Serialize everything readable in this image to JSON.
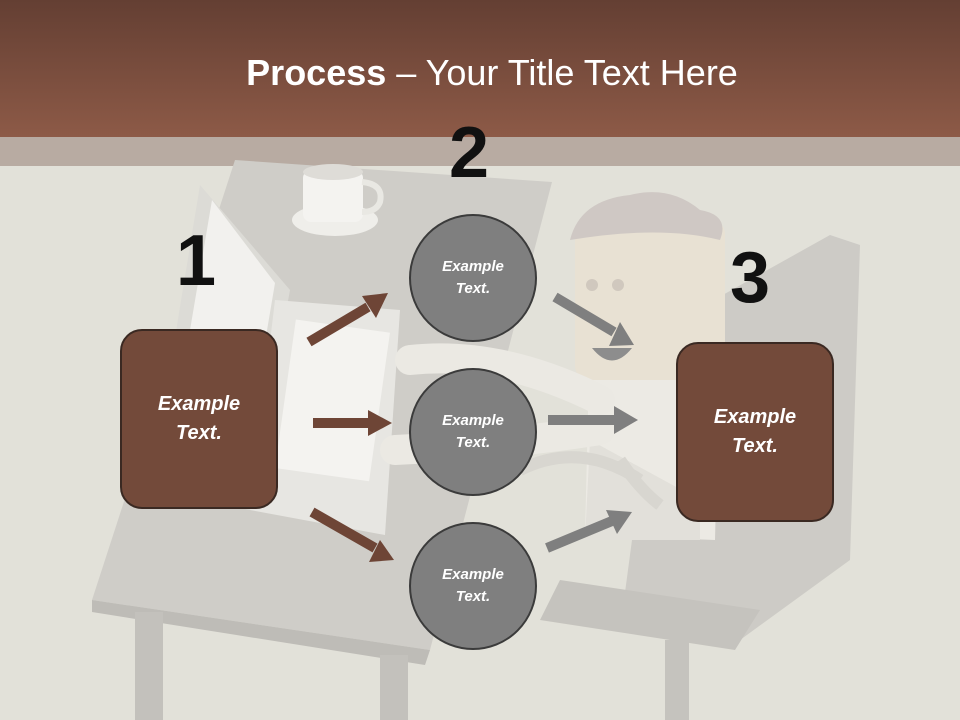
{
  "title": {
    "bold": "Process",
    "rest": " – Your Title Text Here"
  },
  "steps": {
    "step1": {
      "number": "1",
      "text": "Example\nText."
    },
    "step2": {
      "number": "2",
      "items": [
        "Example\nText.",
        "Example\nText.",
        "Example\nText."
      ]
    },
    "step3": {
      "number": "3",
      "text": "Example\nText."
    }
  },
  "colors": {
    "header": "#8d5a47",
    "box": "#734a3a",
    "circle": "#7f7f7f",
    "arrow_left": "#6e4536",
    "arrow_right": "#7f7f7f"
  }
}
